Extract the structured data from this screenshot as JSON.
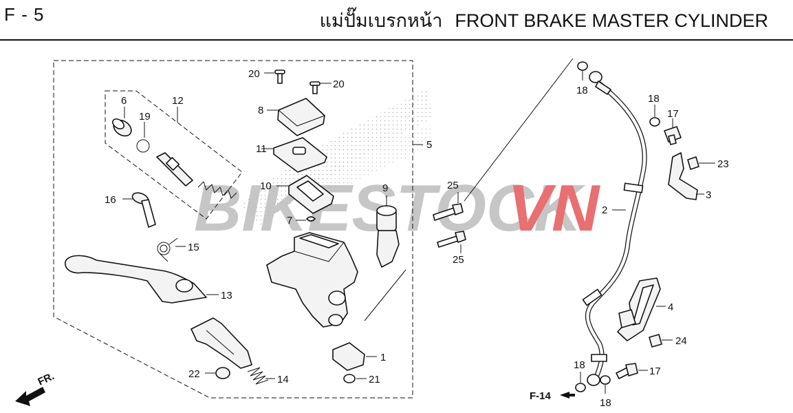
{
  "header": {
    "code": "F - 5",
    "title_thai": "แม่ปั๊มเบรกหน้า",
    "title_english": "FRONT BRAKE MASTER CYLINDER"
  },
  "watermark": {
    "part1": "BIKESTOCK",
    "part2": "VN"
  },
  "arrows": {
    "front": "FR.",
    "ref": "F-14"
  },
  "callouts": {
    "c1": "1",
    "c2": "2",
    "c3": "3",
    "c4": "4",
    "c5": "5",
    "c6": "6",
    "c7": "7",
    "c8": "8",
    "c9": "9",
    "c10": "10",
    "c11": "11",
    "c12": "12",
    "c13": "13",
    "c14": "14",
    "c15": "15",
    "c16": "16",
    "c17a": "17",
    "c17b": "17",
    "c18a": "18",
    "c18b": "18",
    "c18c": "18",
    "c18d": "18",
    "c19": "19",
    "c20a": "20",
    "c20b": "20",
    "c21": "21",
    "c22": "22",
    "c23": "23",
    "c24": "24",
    "c25a": "25",
    "c25b": "25"
  },
  "colors": {
    "ink": "#111111",
    "watermark_gray": "#bdbdbd",
    "watermark_red": "#e4575a"
  }
}
